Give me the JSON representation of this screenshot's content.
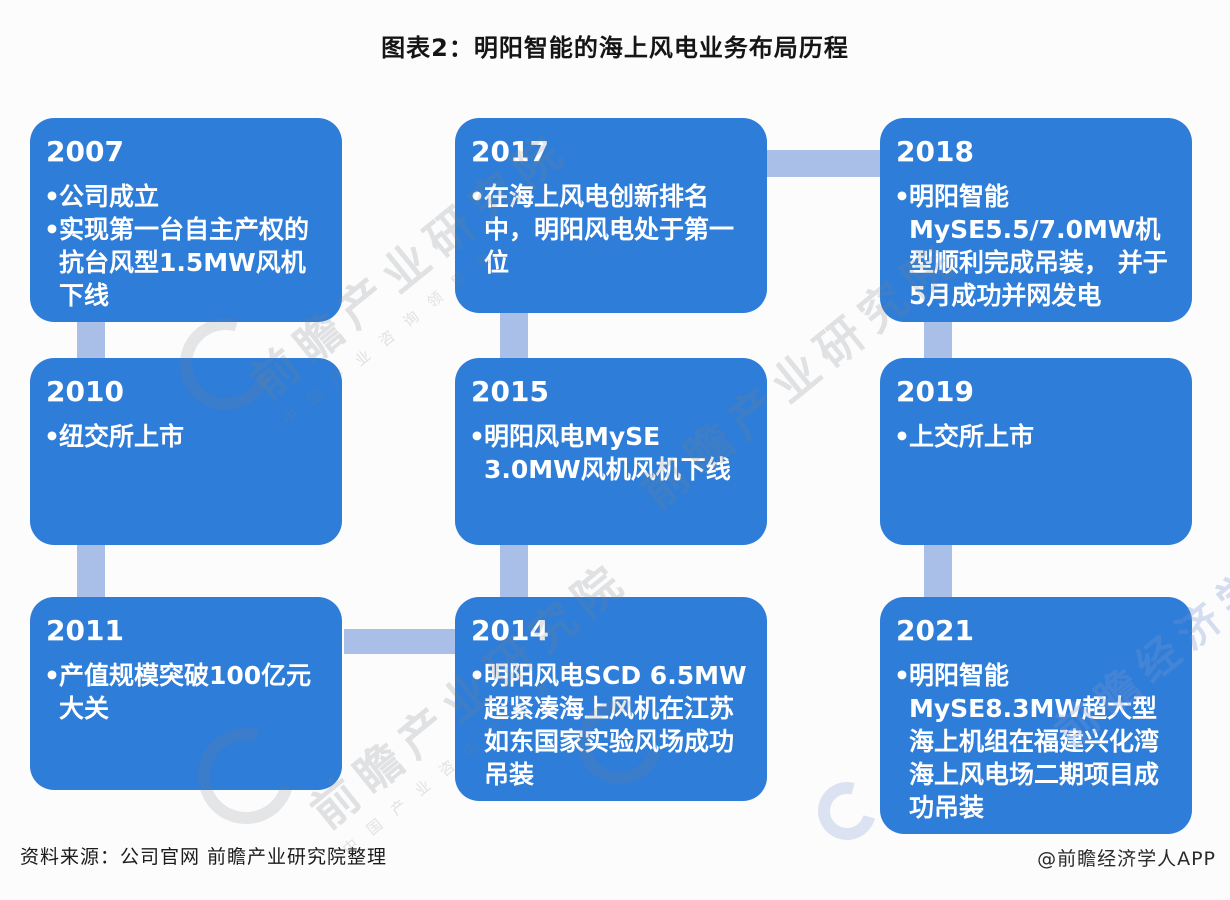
{
  "page": {
    "title": "图表2：明阳智能的海上风电业务布局历程",
    "source_note": "资料来源：公司官网 前瞻产业研究院整理",
    "credit": "@前瞻经济学人APP"
  },
  "timeline": {
    "bullet_char": "•",
    "box_color": "#2e7dd8",
    "connector_color": "#a9bfe8",
    "boxes": [
      {
        "year": "2007",
        "items": [
          "公司成立",
          "实现第一台自主产权的抗台风型1.5MW风机下线"
        ]
      },
      {
        "year": "2017",
        "items": [
          "在海上风电创新排名中，明阳风电处于第一位"
        ]
      },
      {
        "year": "2018",
        "items": [
          "明阳智能MySE5.5/7.0MW机型顺利完成吊装， 并于5月成功并网发电"
        ]
      },
      {
        "year": "2010",
        "items": [
          "纽交所上市"
        ]
      },
      {
        "year": "2015",
        "items": [
          "明阳风电MySE 3.0MW风机风机下线"
        ]
      },
      {
        "year": "2019",
        "items": [
          "上交所上市"
        ]
      },
      {
        "year": "2011",
        "items": [
          "产值规模突破100亿元大关"
        ]
      },
      {
        "year": "2014",
        "items": [
          "明阳风电SCD 6.5MW 超紧凑海上风机在江苏如东国家实验风场成功吊装"
        ]
      },
      {
        "year": "2021",
        "items": [
          "明阳智能MySE8.3MW超大型海上机组在福建兴化湾海上风电场二期项目成功吊装"
        ]
      }
    ]
  },
  "watermarks": {
    "brand": "前瞻产业研究院",
    "brand_alt": "前瞻经济学人",
    "subtitle": "中国产业咨询领导者"
  }
}
